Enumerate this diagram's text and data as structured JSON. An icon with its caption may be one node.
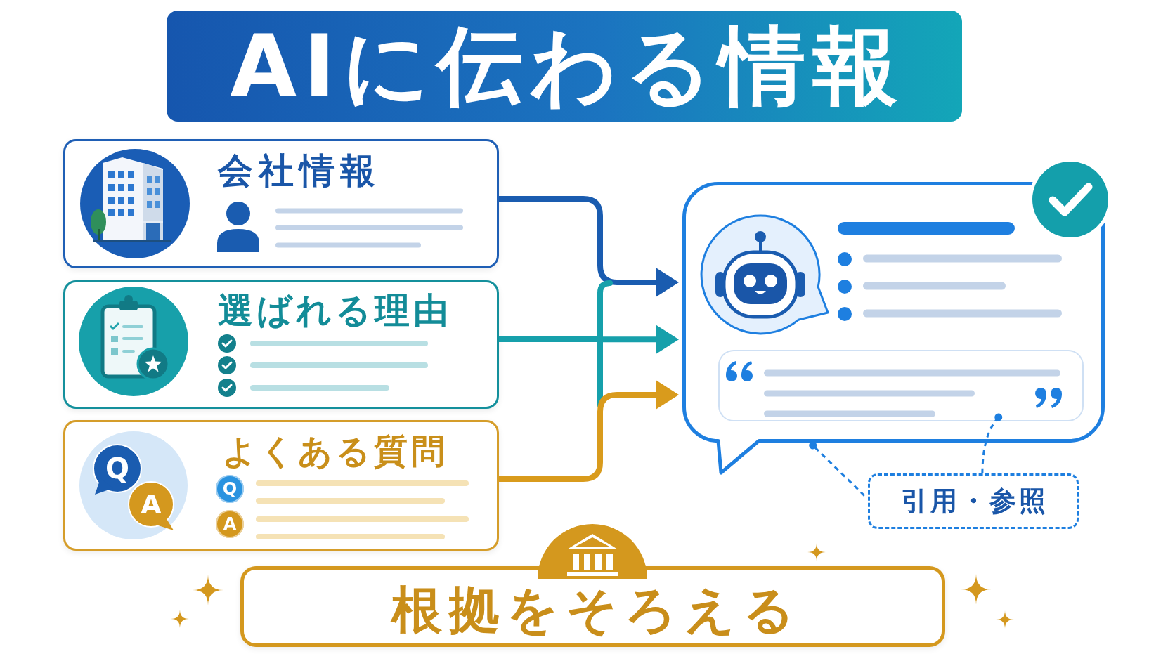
{
  "diagram": {
    "title": "AIに伝わる情報",
    "nodes": [
      {
        "text": [
          "会社情報"
        ]
      },
      {
        "text": [
          "選ばれる理由"
        ]
      },
      {
        "text": [
          "よくある質問"
        ]
      },
      {
        "text": [
          "Q"
        ],
        "in": 2
      },
      {
        "text": [
          "A"
        ],
        "in": 2
      },
      {
        "text": [
          "Q"
        ],
        "in": 2
      },
      {
        "text": [
          "A"
        ],
        "in": 2
      },
      {
        "text": [],
        "shape": "bubble"
      },
      {
        "text": [],
        "shape": "box",
        "in": 7
      },
      {
        "text": [
          "引用・参照"
        ]
      },
      {
        "text": [
          "根拠をそろえる"
        ]
      }
    ],
    "edges": [
      {
        "from": 0,
        "to": 7,
        "arrow": "to",
        "color": "#1a5cb0"
      },
      {
        "from": 1,
        "to": 7,
        "arrow": "to",
        "color": "#16a0ab"
      },
      {
        "from": 2,
        "to": 7,
        "arrow": "to",
        "color": "#d99b1c"
      },
      {
        "from": 9,
        "to": 7,
        "arrow": "other",
        "style": "dashed",
        "color": "#1e7fe0"
      },
      {
        "from": 9,
        "to": 8,
        "arrow": "other",
        "style": "dashed",
        "color": "#1e7fe0"
      }
    ]
  }
}
